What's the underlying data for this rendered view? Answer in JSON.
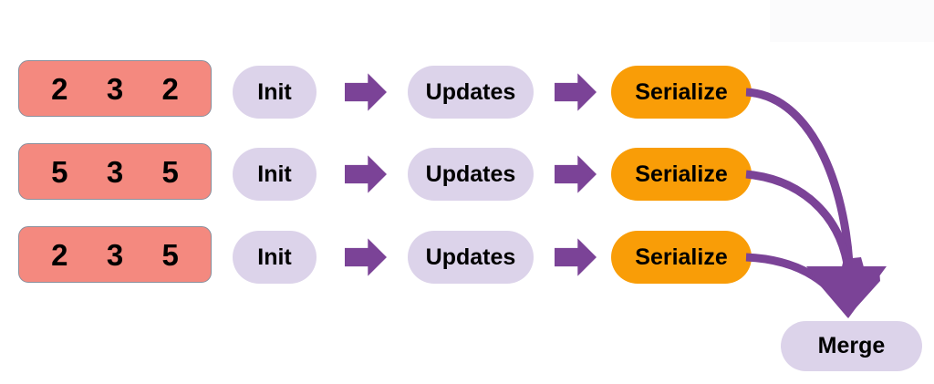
{
  "diagram": {
    "title": "Parallel Init-Updates-Serialize pipeline merging into Merge",
    "colors": {
      "data_box": "#F4897F",
      "data_box_border": "#8A8F9C",
      "lavender_pill": "#DCD3EA",
      "orange_pill": "#F99D07",
      "purple_arrow": "#7B4397",
      "background": "#FFFFFF"
    },
    "rows": [
      {
        "id": "row-1",
        "data_values": [
          "2",
          "3",
          "2"
        ],
        "stages": [
          {
            "id": "init",
            "label": "Init",
            "style": "lavender"
          },
          {
            "id": "updates",
            "label": "Updates",
            "style": "lavender"
          },
          {
            "id": "serialize",
            "label": "Serialize",
            "style": "orange"
          }
        ]
      },
      {
        "id": "row-2",
        "data_values": [
          "5",
          "3",
          "5"
        ],
        "stages": [
          {
            "id": "init",
            "label": "Init",
            "style": "lavender"
          },
          {
            "id": "updates",
            "label": "Updates",
            "style": "lavender"
          },
          {
            "id": "serialize",
            "label": "Serialize",
            "style": "orange"
          }
        ]
      },
      {
        "id": "row-3",
        "data_values": [
          "2",
          "3",
          "5"
        ],
        "stages": [
          {
            "id": "init",
            "label": "Init",
            "style": "lavender"
          },
          {
            "id": "updates",
            "label": "Updates",
            "style": "lavender"
          },
          {
            "id": "serialize",
            "label": "Serialize",
            "style": "orange"
          }
        ]
      }
    ],
    "merge": {
      "label": "Merge",
      "style": "lavender"
    },
    "connector_count": 3
  }
}
